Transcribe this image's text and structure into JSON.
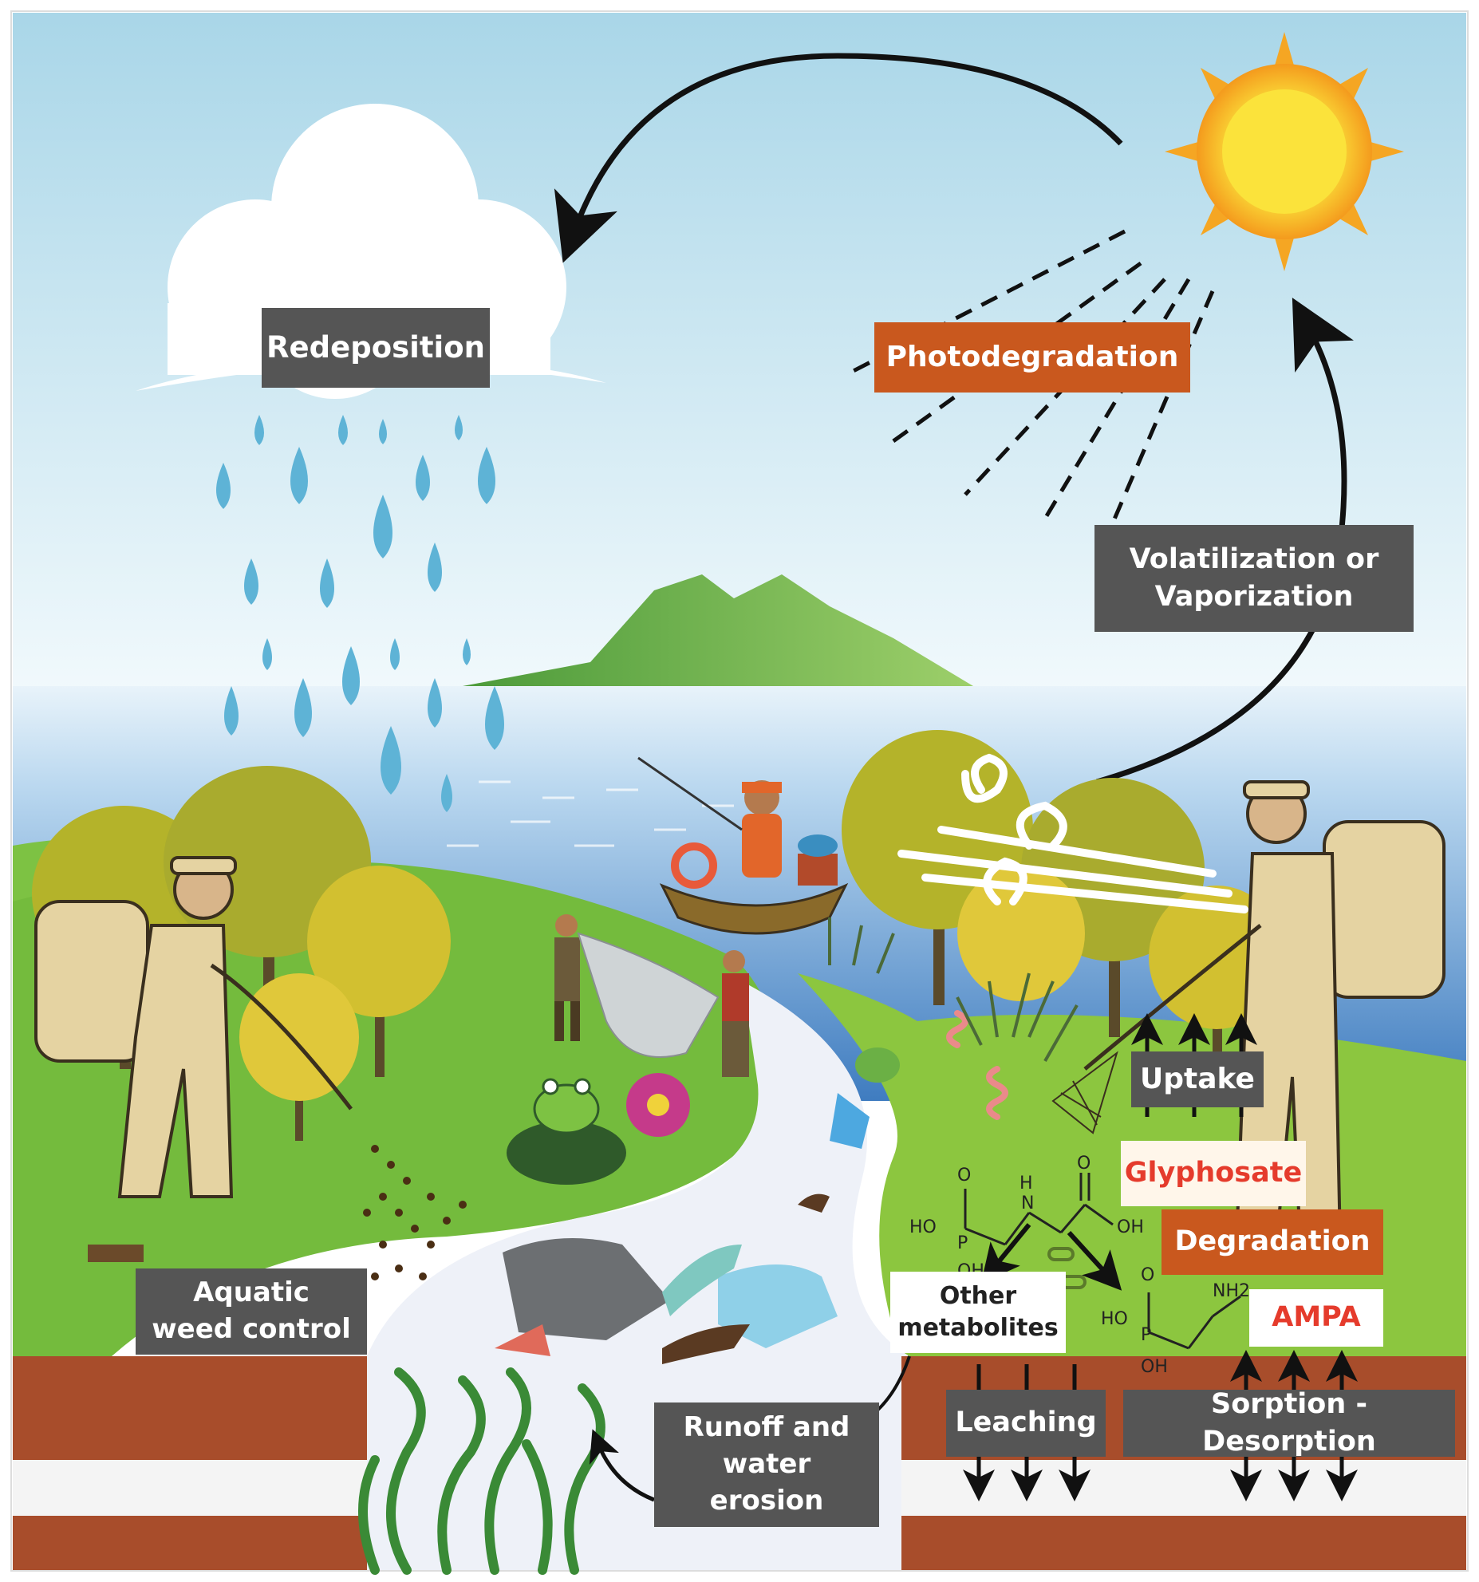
{
  "labels": {
    "redeposition": "Redeposition",
    "photodegradation": "Photodegradation",
    "volatilization": "Volatilization or Vaporization",
    "uptake": "Uptake",
    "glyphosate": "Glyphosate",
    "degradation": "Degradation",
    "other_metabolites": "Other metabolites",
    "ampa": "AMPA",
    "aquatic_weed_control": "Aquatic weed control",
    "runoff": "Runoff and water erosion",
    "leaching": "Leaching",
    "sorption": "Sorption - Desorption"
  },
  "chem": {
    "o": "O",
    "h": "H",
    "p": "P",
    "n": "N",
    "ho": "HO",
    "oh": "OH",
    "nh2": "NH2"
  },
  "colors": {
    "sky_top": "#a9d6e8",
    "sky_bottom": "#eaf6fb",
    "water": "#4c86c4",
    "grass": "#7dc243",
    "soil": "#a84d2b",
    "label_dark": "#555555",
    "label_orange": "#c9581e",
    "highlight_red": "#e53b2c"
  },
  "icons": [
    "sun-icon",
    "cloud-icon",
    "raindrop-icon",
    "wind-icon",
    "tree-icon",
    "sprayer-person-icon",
    "fisherman-icon",
    "frog-icon",
    "flower-icon",
    "plastic-bag-icon",
    "dead-fish-icon",
    "seaweed-icon",
    "worm-icon"
  ]
}
